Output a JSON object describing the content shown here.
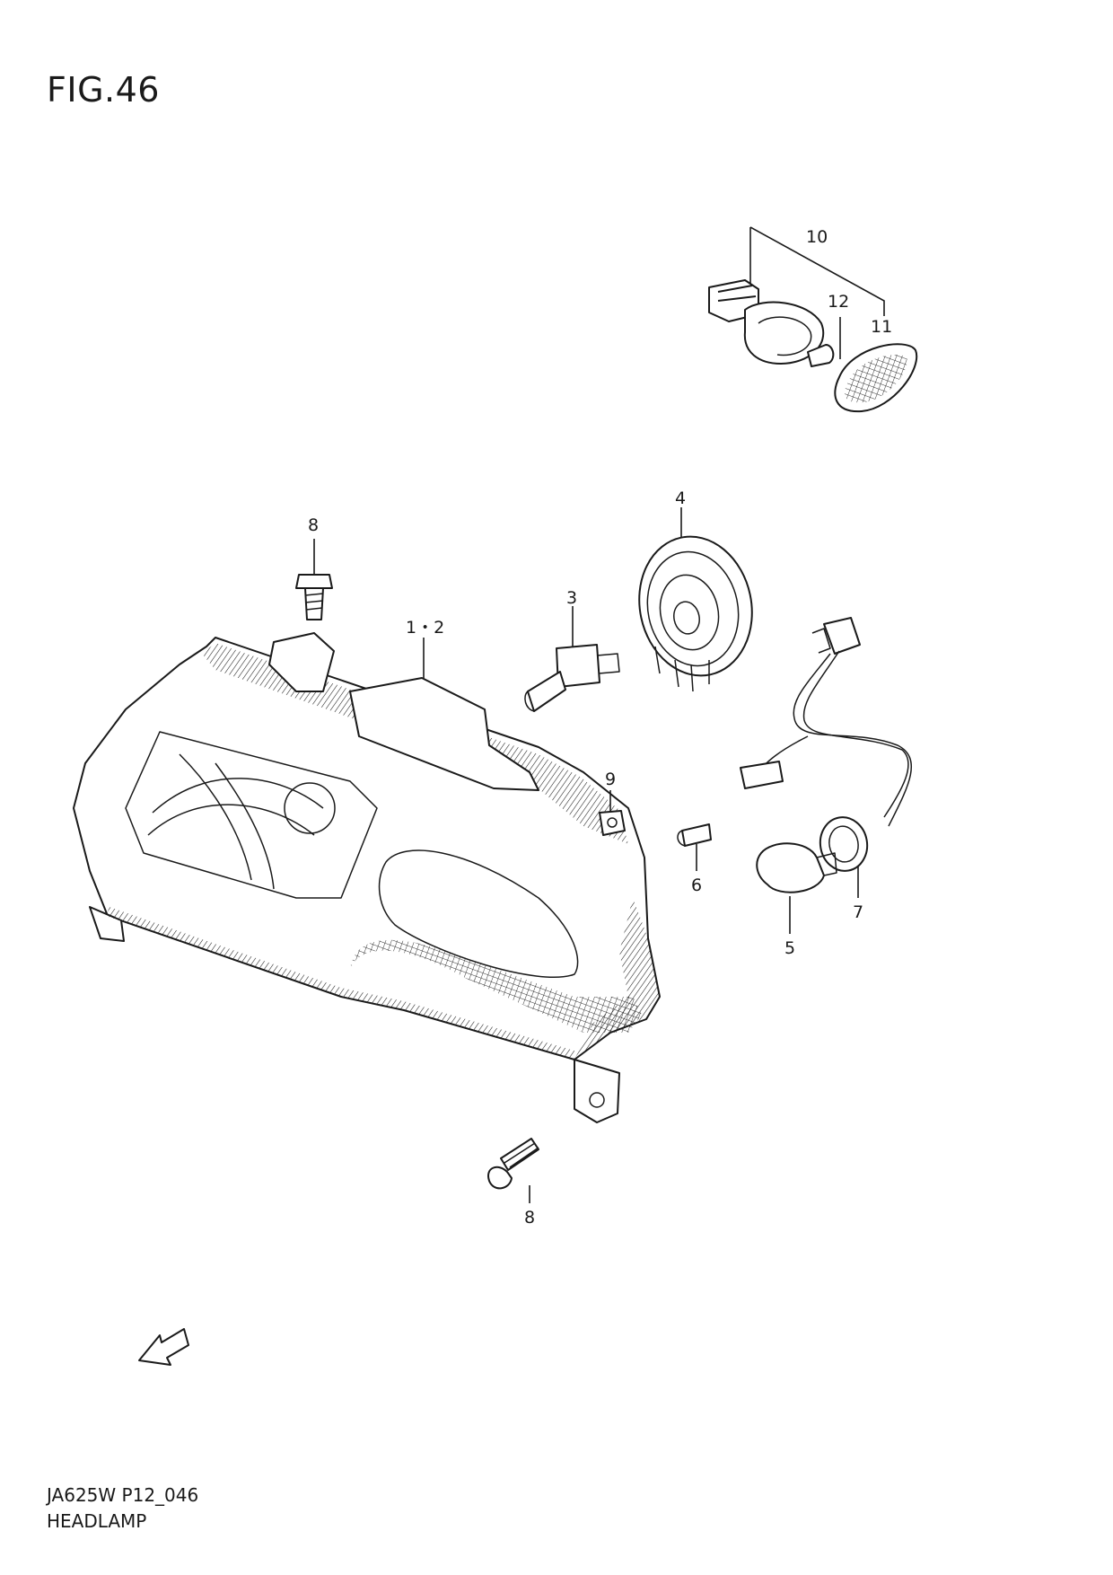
{
  "figure": {
    "title": "FIG.46",
    "code": "JA625W P12_046",
    "name": "HEADLAMP"
  },
  "callouts": [
    {
      "id": "c-10",
      "label": "10"
    },
    {
      "id": "c-12",
      "label": "12"
    },
    {
      "id": "c-11",
      "label": "11"
    },
    {
      "id": "c-4",
      "label": "4"
    },
    {
      "id": "c-8a",
      "label": "8"
    },
    {
      "id": "c-3",
      "label": "3"
    },
    {
      "id": "c-1-2",
      "label": "1・2"
    },
    {
      "id": "c-9",
      "label": "9"
    },
    {
      "id": "c-6",
      "label": "6"
    },
    {
      "id": "c-7",
      "label": "7"
    },
    {
      "id": "c-5",
      "label": "5"
    },
    {
      "id": "c-8b",
      "label": "8"
    }
  ],
  "fwd_label": "FWD"
}
